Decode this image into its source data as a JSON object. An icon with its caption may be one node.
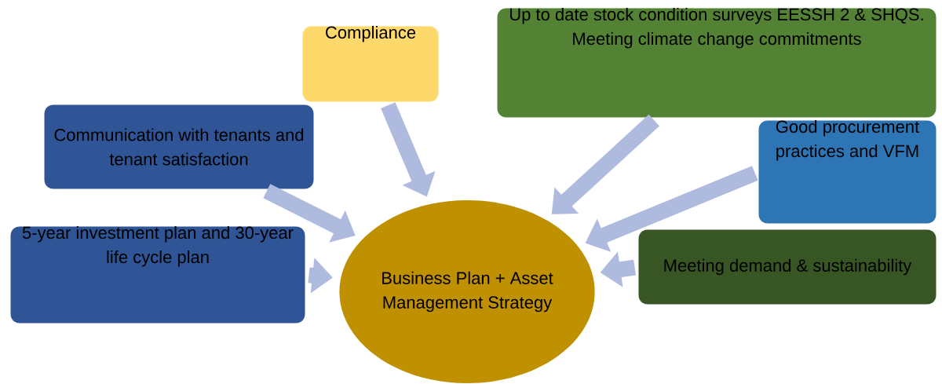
{
  "diagram": {
    "nodes": [
      {
        "text": [
          "Compliance"
        ]
      },
      {
        "text": [
          "Up to date stock condition surveys EESSH 2 & SHQS. Meeting climate change commitments"
        ]
      },
      {
        "text": [
          "Communication with tenants and tenant satisfaction"
        ]
      },
      {
        "text": [
          "Good procurement practices and VFM"
        ]
      },
      {
        "text": [
          "5-year investment plan and 30-year life cycle plan"
        ]
      },
      {
        "text": [
          "Business Plan + Asset Management Strategy"
        ]
      },
      {
        "text": [
          "Meeting demand & sustainability"
        ]
      }
    ],
    "edges": [
      {
        "from": 0,
        "to": 5,
        "arrow": "to"
      },
      {
        "from": 1,
        "to": 5,
        "arrow": "to"
      },
      {
        "from": 2,
        "to": 5,
        "arrow": "to"
      },
      {
        "from": 3,
        "to": 5,
        "arrow": "to"
      },
      {
        "from": 4,
        "to": 5,
        "arrow": "to"
      },
      {
        "from": 6,
        "to": 5,
        "arrow": "to"
      }
    ]
  }
}
